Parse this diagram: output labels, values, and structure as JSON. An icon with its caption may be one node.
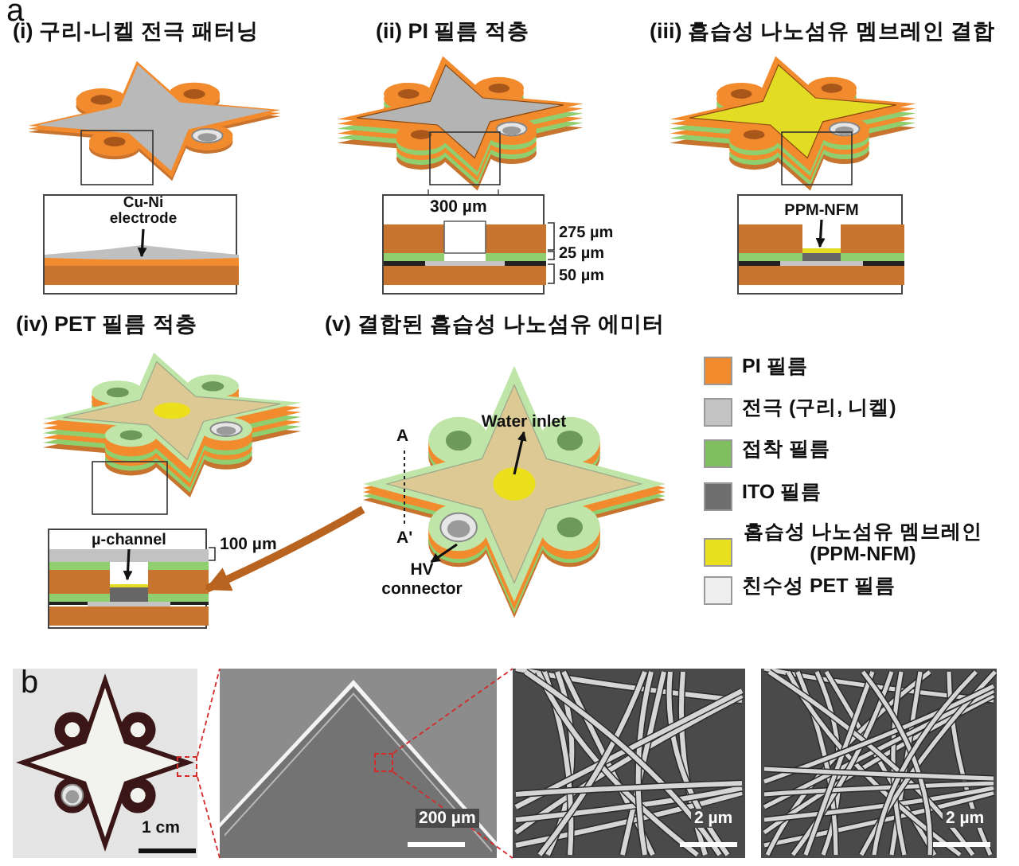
{
  "diagram": {
    "nodes": [
      {
        "text": [],
        "shape": "picture"
      },
      {
        "text": [
          "Cu-Ni electrode"
        ],
        "in": 0
      },
      {
        "text": [],
        "shape": "picture"
      },
      {
        "text": [],
        "shape": "picture"
      },
      {
        "text": [
          "PPM-NFM"
        ],
        "in": 3
      },
      {
        "text": [],
        "shape": "picture"
      },
      {
        "text": [
          "µ-channel"
        ],
        "in": 5
      },
      {
        "text": [],
        "shape": "picture"
      },
      {
        "text": [
          "Water inlet"
        ],
        "in": 7
      },
      {
        "text": [
          "HV connector"
        ]
      },
      {
        "text": [],
        "shape": "picture"
      },
      {
        "text": [],
        "shape": "box",
        "in": 10
      },
      {
        "text": [],
        "shape": "picture"
      },
      {
        "text": [],
        "shape": "box",
        "in": 12
      },
      {
        "text": [],
        "shape": "picture"
      },
      {
        "text": [],
        "shape": "picture"
      }
    ],
    "edges": [
      {
        "from": 1,
        "to": null,
        "arrow": "to"
      },
      {
        "from": 4,
        "to": null,
        "arrow": "to"
      },
      {
        "from": 6,
        "to": null,
        "arrow": "to"
      },
      {
        "from": null,
        "to": 8,
        "arrow": "to"
      },
      {
        "from": null,
        "to": 9,
        "arrow": "to"
      },
      {
        "from": 7,
        "to": 5,
        "arrow": "to",
        "style": "thick",
        "color": "#b8631f"
      },
      {
        "from": 11,
        "to": 12,
        "arrow": "none",
        "style": "dashed",
        "color": "#d42a2a"
      },
      {
        "from": 11,
        "to": 12,
        "arrow": "none",
        "style": "dashed",
        "color": "#d42a2a"
      },
      {
        "from": 13,
        "to": 14,
        "arrow": "none",
        "style": "dashed",
        "color": "#d42a2a"
      },
      {
        "from": 13,
        "to": 14,
        "arrow": "none",
        "style": "dashed",
        "color": "#d42a2a"
      }
    ],
    "labels": [
      "a",
      "(i) 구리-니켈 전극 패터닝",
      "(ii) PI 필름 적층",
      "(iii) 흡습성 나노섬유 멤브레인 결합",
      "300 µm",
      "275 µm",
      "25 µm",
      "50 µm",
      "(iv) PET 필름 적층",
      "(v) 결합된 흡습성 나노섬유 에미터",
      "100 µm",
      "A",
      "A'",
      "b",
      "1 cm",
      "200 µm",
      "2 µm",
      "2 µm"
    ],
    "legend": [
      {
        "text": "PI 필름",
        "color": "#f28a2e"
      },
      {
        "text": "전극 (구리, 니켈)",
        "color": "#c4c4c4"
      },
      {
        "text": "접착 필름",
        "color": "#7fbf5f"
      },
      {
        "text": "ITO 필름",
        "color": "#6e6e6e"
      },
      {
        "text": "흡습성 나노섬유 멤브레인 (PPM-NFM)",
        "color": "#e8e020"
      },
      {
        "text": "친수성 PET 필름",
        "color": "#eeeeee"
      }
    ]
  }
}
